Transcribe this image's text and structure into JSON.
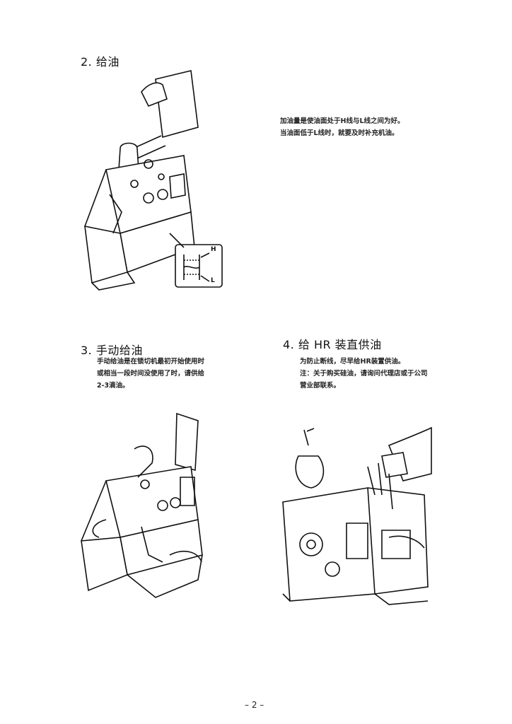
{
  "sections": [
    {
      "heading": "2.  给油",
      "notes": [
        "加油量是使油面处于H线与L线之间为好。",
        "当油面低于L线时，就要及时补充机油。"
      ],
      "gauge_labels": {
        "high": "H",
        "low": "L"
      }
    },
    {
      "heading": "3.  手动给油",
      "notes": [
        "手动给油是在锁切机最初开始使用时",
        "或相当一段时间没使用了时，请供给",
        "2-3滴油。"
      ]
    },
    {
      "heading": "4.  给 HR 装直供油",
      "notes": [
        "为防止断线，尽早给HR装置供油。",
        "注：关于购买硅油，请询问代理店或于公司",
        "营业部联系。"
      ]
    }
  ],
  "footer": {
    "page_number": "– 2 –"
  }
}
